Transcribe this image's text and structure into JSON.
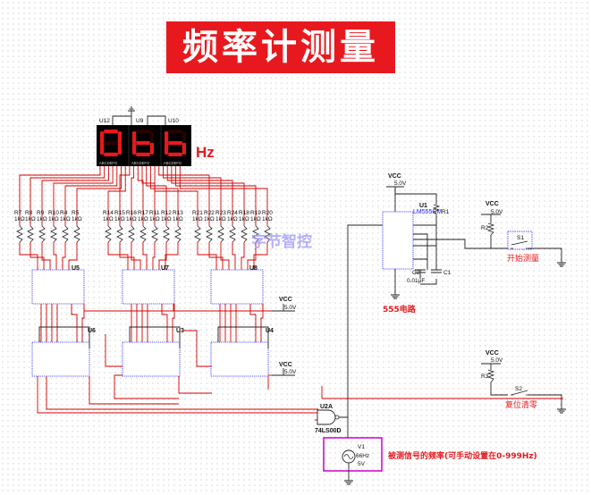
{
  "title": "频率计测量",
  "display": {
    "digits": [
      "0",
      "b",
      "b"
    ],
    "unit": "Hz",
    "labels": [
      "U12",
      "U9",
      "U10"
    ],
    "pin_text": "ABCDEFG"
  },
  "resistors": {
    "group1": [
      {
        "name": "R7",
        "value": "1kΩ"
      },
      {
        "name": "R8",
        "value": "1kΩ"
      },
      {
        "name": "R9",
        "value": "1kΩ"
      },
      {
        "name": "R10",
        "value": "1kΩ"
      },
      {
        "name": "R4",
        "value": "1kΩ"
      },
      {
        "name": "R5",
        "value": "1kΩ"
      }
    ],
    "group2": [
      {
        "name": "R14",
        "value": "1kΩ"
      },
      {
        "name": "R15",
        "value": "1kΩ"
      },
      {
        "name": "R16",
        "value": "1kΩ"
      },
      {
        "name": "R17",
        "value": "1kΩ"
      },
      {
        "name": "R11",
        "value": "1kΩ"
      },
      {
        "name": "R12",
        "value": "1kΩ"
      },
      {
        "name": "R13",
        "value": "1kΩ"
      }
    ],
    "group3": [
      {
        "name": "R21",
        "value": "1kΩ"
      },
      {
        "name": "R22",
        "value": "1kΩ"
      },
      {
        "name": "R23",
        "value": "1kΩ"
      },
      {
        "name": "R24",
        "value": "1kΩ"
      },
      {
        "name": "R18",
        "value": "1kΩ"
      },
      {
        "name": "R19",
        "value": "1kΩ"
      },
      {
        "name": "R20",
        "value": "1kΩ"
      }
    ]
  },
  "decoders": [
    "U5",
    "U7",
    "U8"
  ],
  "counters": [
    "U6",
    "U3",
    "U4"
  ],
  "power": {
    "vcc": "VCC",
    "vcc_value": "5.0V"
  },
  "timer": {
    "label": "U1",
    "part": "LM555CM",
    "r1": "R1",
    "c1": "C1",
    "c2": "C2",
    "c2_value": "0.01μF",
    "caption": "555电路"
  },
  "start": {
    "r2": "R2",
    "switch": "S1",
    "caption": "开始测量"
  },
  "reset": {
    "r3": "R3",
    "switch": "S2",
    "caption": "复位清零"
  },
  "gate": {
    "label": "U2A",
    "part": "74LS00D"
  },
  "source": {
    "label": "V1",
    "freq": "66Hz",
    "volt": "5V",
    "caption": "被测信号的频率(可手动设置在0-999Hz)"
  },
  "watermark": "字节智控",
  "colors": {
    "title_bg": "#e8191e",
    "segment_on": "#e8191e",
    "wire": "#d40000",
    "chip_border": "#1a1aff",
    "caption": "#e8191e",
    "frame": "#cc00cc"
  }
}
